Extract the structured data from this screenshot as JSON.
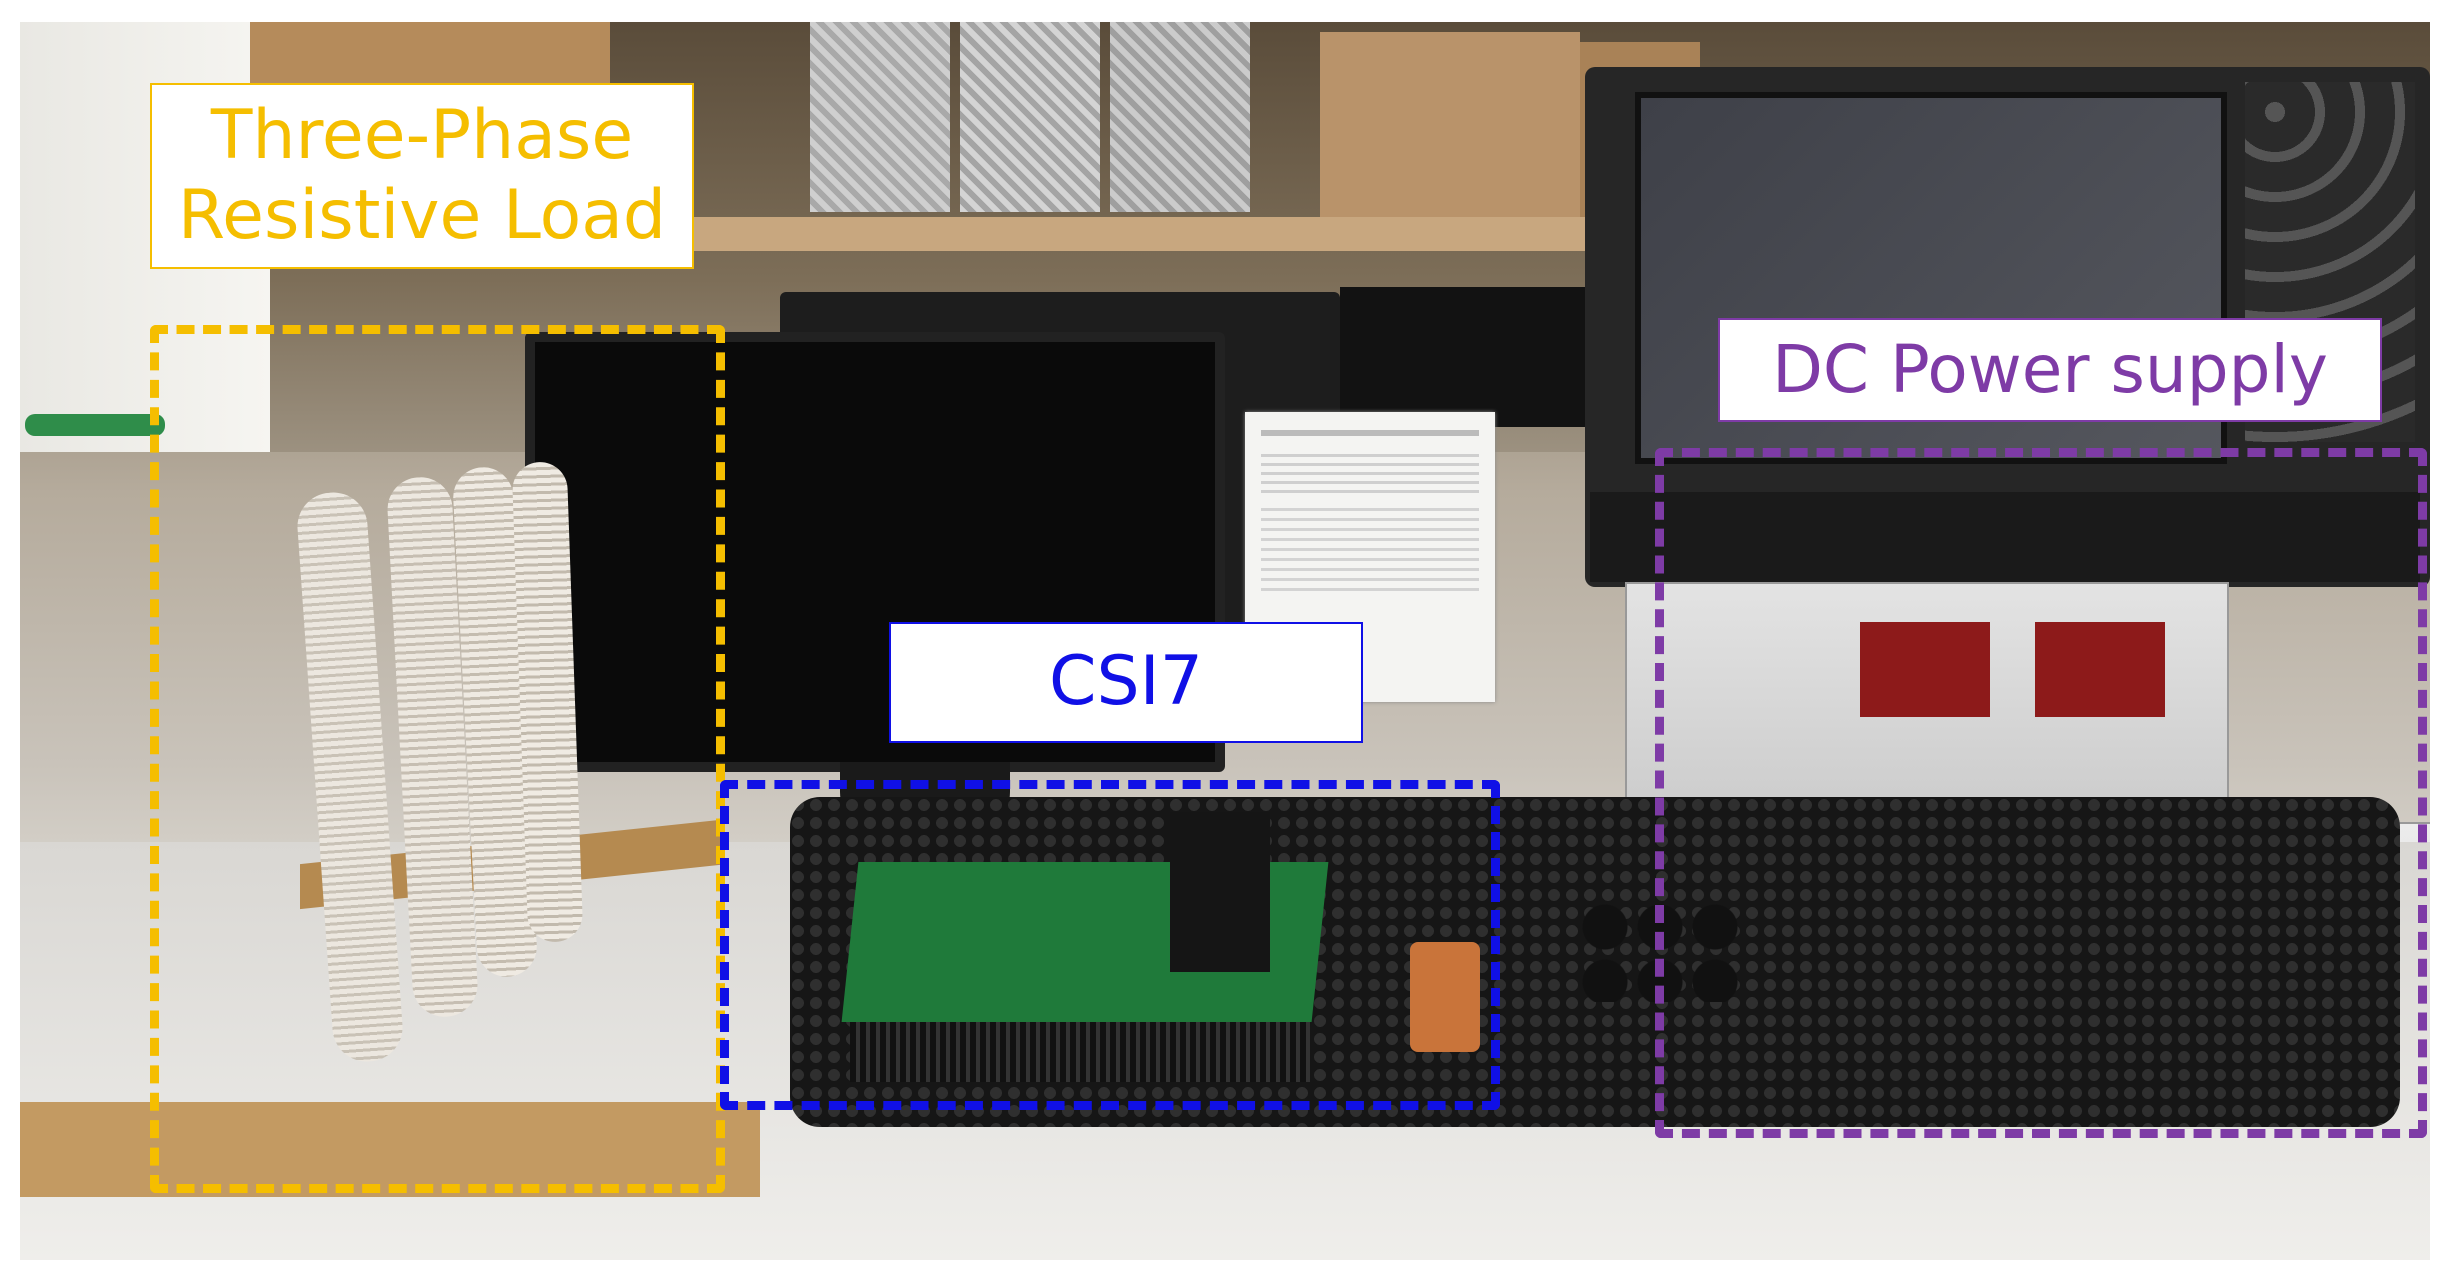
{
  "labels": {
    "load": "Three-Phase\nResistive Load",
    "csi": "CSI7",
    "dc": "DC Power supply"
  },
  "colors": {
    "load": "#F5BE00",
    "csi": "#1010E6",
    "dc": "#7E3BA6"
  },
  "scene": {
    "photo_subjects": [
      "resistive-load-coils",
      "monitor",
      "oscilloscope",
      "inverter-board",
      "dc-power-supply",
      "lab-bench"
    ]
  }
}
